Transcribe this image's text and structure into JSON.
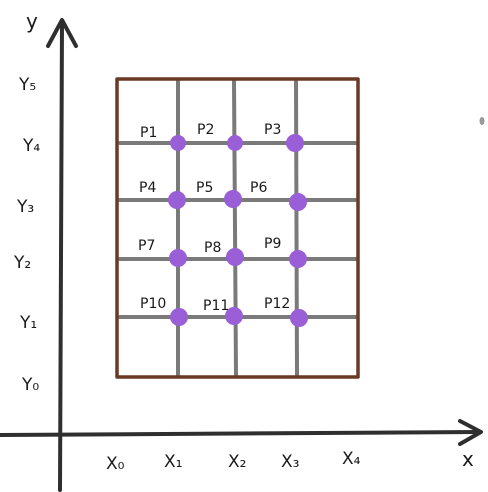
{
  "axes": {
    "x_label": "x",
    "y_label": "y",
    "x_ticks": [
      "X₀",
      "X₁",
      "X₂",
      "X₃",
      "X₄"
    ],
    "y_ticks": [
      "Y₀",
      "Y₁",
      "Y₂",
      "Y₃",
      "Y₄",
      "Y₅"
    ]
  },
  "points": [
    "P1",
    "P2",
    "P3",
    "P4",
    "P5",
    "P6",
    "P7",
    "P8",
    "P9",
    "P10",
    "P11",
    "P12"
  ],
  "colors": {
    "axis": "#2f2f2f",
    "border": "#6b3a26",
    "grid": "#7a7a7a",
    "point": "#9a5fd6",
    "stray_dot": "#9a9a9a"
  }
}
